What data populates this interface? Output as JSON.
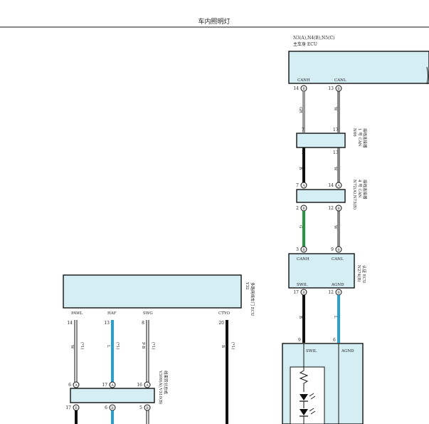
{
  "title": "车内照明灯",
  "components": {
    "main_body_ecu": {
      "line1": "N3(A),N4(B),N5(C)",
      "line2": "主车身 ECU",
      "pins": [
        {
          "label": "CANH",
          "num": "14",
          "letter": "B"
        },
        {
          "label": "CANL",
          "num": "13",
          "letter": "B"
        }
      ]
    },
    "n66": {
      "pins_top": [
        "7",
        "17"
      ],
      "pins_bottom": [
        "3",
        "13"
      ],
      "v_labels": [
        "N66",
        "1 号 CAN",
        "接线连接器"
      ]
    },
    "n72": {
      "pins_top": [
        {
          "num": "7",
          "letter": "A"
        },
        {
          "num": "14",
          "letter": "A"
        }
      ],
      "pins_bottom": [
        {
          "num": "2",
          "letter": "B"
        },
        {
          "num": "12",
          "letter": "B"
        }
      ],
      "v_labels": [
        "N72(A),N73(B)",
        "4 号 CAN",
        "接线连接器"
      ]
    },
    "n274": {
      "pins_top": [
        {
          "num": "3",
          "letter": "B"
        },
        {
          "num": "9",
          "letter": "B"
        }
      ],
      "top_labels": [
        "CANH",
        "CANL"
      ],
      "bottom_labels": [
        "SWIL",
        "AGND"
      ],
      "pins_bottom": [
        {
          "num": "17",
          "letter": "B"
        },
        {
          "num": "12",
          "letter": "B"
        }
      ],
      "v_labels": [
        "N274(B)",
        "认证 ECU"
      ]
    },
    "bottom_right": {
      "pins_top": [
        "9",
        "6"
      ],
      "labels": [
        "SWIL",
        "AGND"
      ]
    },
    "y32": {
      "pins": [
        {
          "label": "PAWL",
          "num": "14"
        },
        {
          "label": "HAF",
          "num": "13"
        },
        {
          "label": "SWG",
          "num": "8"
        },
        {
          "label": "CTYO",
          "num": "20"
        }
      ],
      "v_labels": [
        "Y32",
        "多路网络车门 ECU"
      ]
    },
    "v309": {
      "pins_top": [
        {
          "num": "6",
          "letter": "A"
        },
        {
          "num": "17",
          "letter": "A"
        },
        {
          "num": "16",
          "letter": "A"
        }
      ],
      "pins_bottom": [
        {
          "num": "17",
          "letter": "B"
        },
        {
          "num": "6",
          "letter": "B"
        },
        {
          "num": "5",
          "letter": "B"
        }
      ],
      "v_labels": [
        "V309(A),V310(B)",
        "线束转分总成"
      ]
    }
  },
  "wires": {
    "w1": [
      "GR",
      "W"
    ],
    "w2": [
      "B",
      "W"
    ],
    "w3": [
      "G",
      "W"
    ],
    "w4": [
      "B",
      "L"
    ],
    "w5": [
      {
        "color": "W",
        "note": "(*1)"
      },
      {
        "color": "L",
        "note": "(*1)"
      },
      {
        "color": "P-B",
        "note": "(*1)"
      },
      {
        "color": "B",
        "note": "(*1)"
      }
    ]
  },
  "colors": {
    "box_fill": "#d4eef4",
    "gray_wire": "#9a9a9a",
    "black_wire": "#111111",
    "green_wire": "#1f9b3c",
    "blue_wire": "#27a0d0",
    "white_wire": "#ffffff"
  }
}
